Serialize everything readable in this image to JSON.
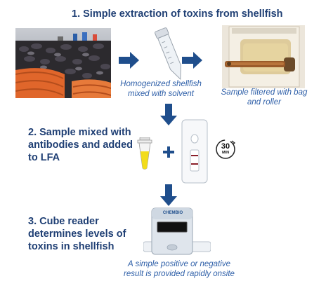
{
  "step1": {
    "title": "1. Simple extraction of toxins from shellfish",
    "tube_caption_line1": "Homogenized shellfish",
    "tube_caption_line2": "mixed with solvent",
    "bag_caption_line1": "Sample filtered with bag",
    "bag_caption_line2": "and roller"
  },
  "step2": {
    "title_line1": "2. Sample mixed with",
    "title_line2": "antibodies and added",
    "title_line3": "to LFA",
    "timer_number": "30",
    "timer_unit": "MIN"
  },
  "step3": {
    "title_line1": "3. Cube reader",
    "title_line2": "determines levels of",
    "title_line3": "toxins in shellfish",
    "reader_brand": "CHEMBIO",
    "result_line1": "A simple positive or negative",
    "result_line2": "result is provided rapidly onsite"
  },
  "colors": {
    "arrow": "#1f4e8c",
    "title": "#1f3f74",
    "caption": "#2e5fa8"
  }
}
